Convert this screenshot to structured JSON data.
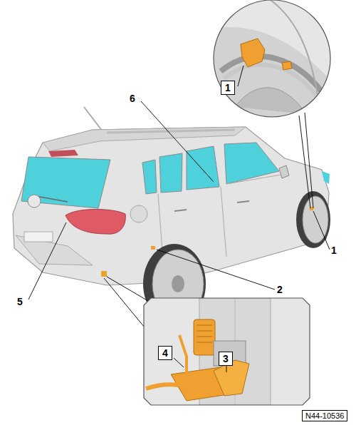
{
  "diagram": {
    "labels": [
      "1",
      "6",
      "1",
      "2",
      "5",
      "4",
      "3",
      "N44-10536"
    ]
  }
}
